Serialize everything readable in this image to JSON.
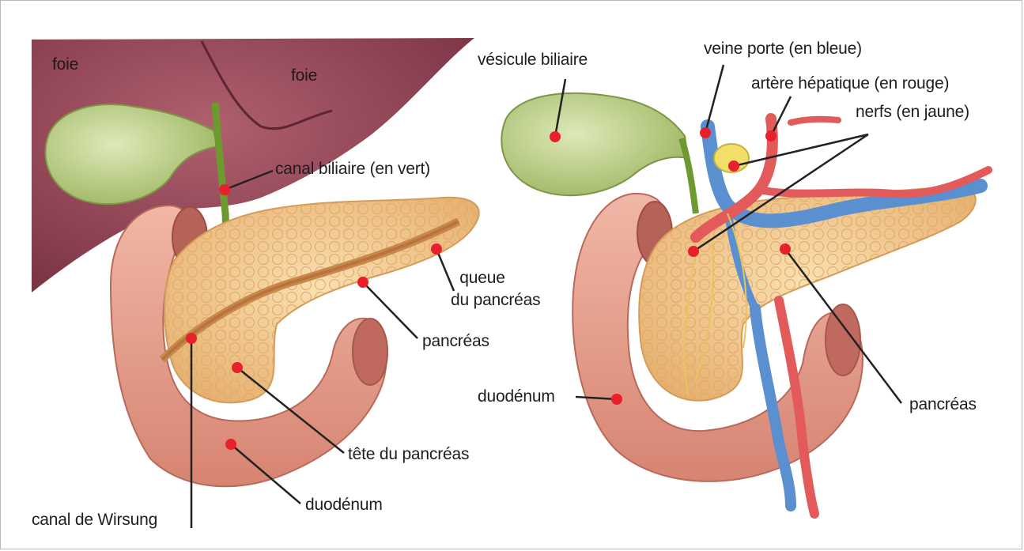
{
  "colors": {
    "liver": "#8a3f4e",
    "gallbladder": "#b8cf86",
    "pancreas": "#f1c58e",
    "duodenum": "#e59c8d",
    "marker": "#e8202b",
    "vein": "#5a8fd0",
    "artery": "#e25a5a",
    "bile_duct": "#6d9a2e",
    "nerve": "#f2df6a"
  },
  "left": {
    "foie_1": "foie",
    "foie_2": "foie",
    "canal_biliaire": "canal biliaire (en vert)",
    "queue_line1": "queue",
    "queue_line2": "du pancréas",
    "pancreas": "pancréas",
    "tete": "tête du pancréas",
    "duodenum": "duodénum",
    "wirsung": "canal de Wirsung"
  },
  "right": {
    "vesicule": "vésicule biliaire",
    "veine_porte": "veine porte (en bleue)",
    "artere": "artère hépatique (en rouge)",
    "nerfs": "nerfs (en jaune)",
    "duodenum": "duodénum",
    "pancreas": "pancréas"
  }
}
